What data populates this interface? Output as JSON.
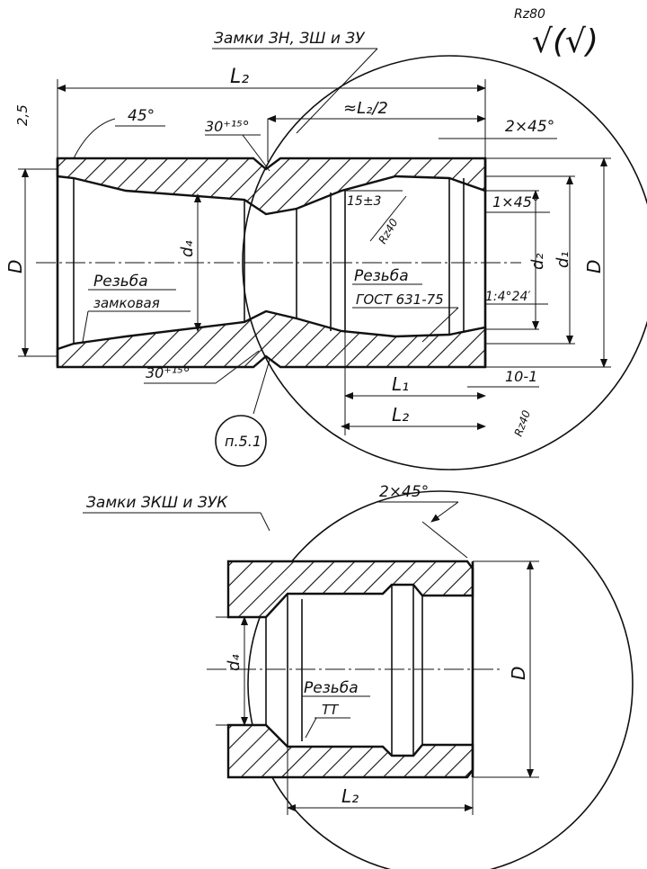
{
  "roughness": {
    "main": "Rz80",
    "symbol": "√(√)",
    "chamfer_surface": "Rz40",
    "face": "Rz40"
  },
  "titles": {
    "top_view": "Замки ЗН, ЗШ и ЗУ",
    "bottom_view": "Замки ЗКШ и ЗУК"
  },
  "dimensions": {
    "L2_top": "L₂",
    "approx_half_L2": "≈L₂/2",
    "chamfer_2x45_top": "2×45°",
    "chamfer_1x45": "1×45°",
    "taper_1_4_24": "1:4°24′",
    "seat_15x3": "15±3",
    "angle_45": "45°",
    "dim_25": "2,5",
    "angle_30_top": "30⁺¹⁵°",
    "angle_30_bottom": "30⁺¹⁵°",
    "D_left": "D",
    "D_right": "D",
    "d4": "d₄",
    "d2": "d₂",
    "d1": "d₁",
    "L1": "L₁",
    "L2_bottom": "L₂",
    "tol_10_1": "10-1",
    "chamfer_2x45_bottom": "2×45°",
    "d4_detail": "d₄",
    "D_detail": "D",
    "L2_detail": "L₂"
  },
  "notes": {
    "thread_left_1": "Резьба",
    "thread_left_2": "замковая",
    "thread_right_1": "Резьба",
    "thread_right_2": "ГОСТ 631-75",
    "thread_detail_1": "Резьба",
    "thread_detail_2": "ТТ",
    "ref_circle": "п.5.1"
  }
}
